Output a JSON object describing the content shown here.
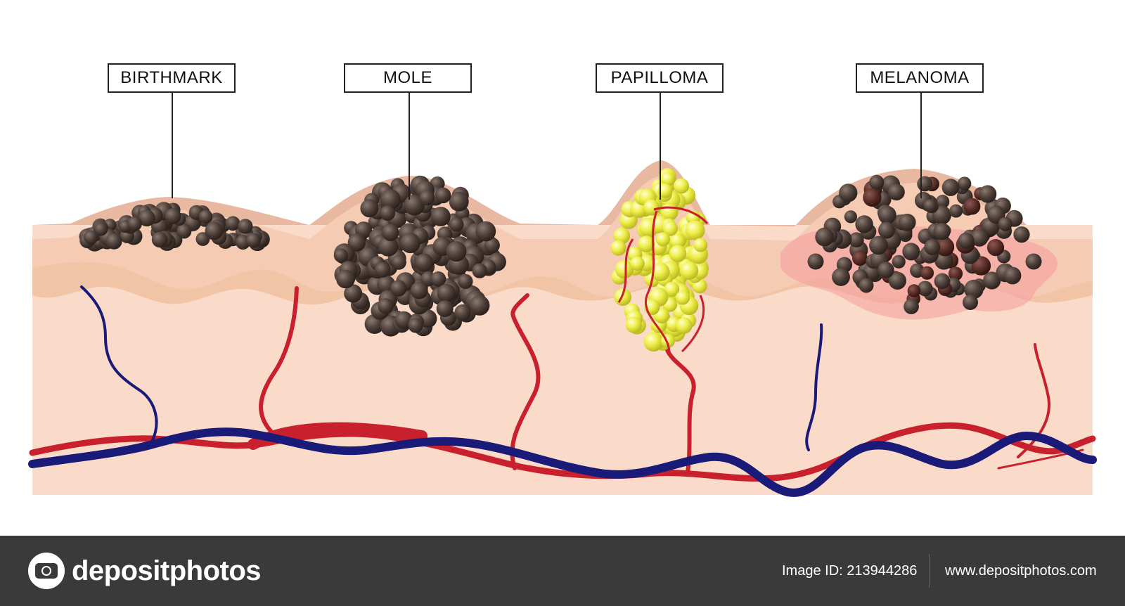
{
  "labels": {
    "birthmark": "BIRTHMARK",
    "mole": "MOLE",
    "papilloma": "PAPILLOMA",
    "melanoma": "MELANOMA"
  },
  "footer": {
    "brand": "depositphotos",
    "image_id": "Image ID: 213944286",
    "site": "www.depositphotos.com"
  },
  "colors": {
    "skin_surface": "#e8b8a0",
    "epidermis": "#f6cbb4",
    "dermis": "#fadbc9",
    "basal": "#f0c0a0",
    "pigment_cell": "#5a4a42",
    "papilloma_cell": "#ecec50",
    "melanoma_halo": "#f5a0a0",
    "artery": "#c8202c",
    "vein": "#1a1a78",
    "footer_bg": "#3a3a3a"
  },
  "icons": {
    "logo": "camera-icon"
  }
}
